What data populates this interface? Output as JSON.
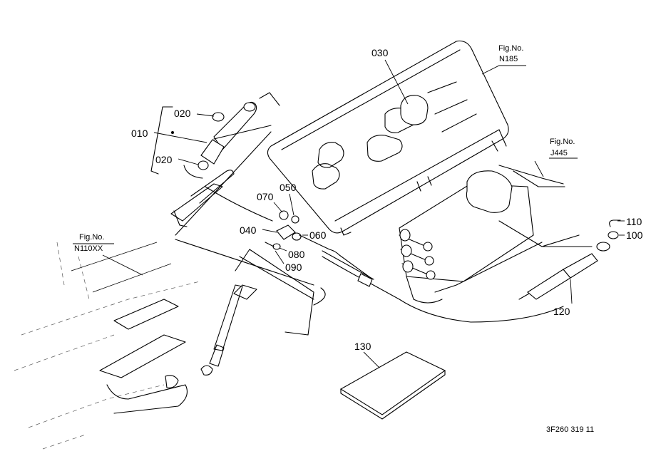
{
  "callouts": {
    "c010": "010",
    "c020a": "020",
    "c020b": "020",
    "c030": "030",
    "c040": "040",
    "c050": "050",
    "c060": "060",
    "c070": "070",
    "c080": "080",
    "c090": "090",
    "c100": "100",
    "c110": "110",
    "c120": "120",
    "c130": "130"
  },
  "figure_refs": {
    "n185": {
      "label": "Fig.No.",
      "number": "N185"
    },
    "j445": {
      "label": "Fig.No.",
      "number": "J445"
    },
    "n110xx": {
      "label": "Fig.No.",
      "number": "N110XX"
    }
  },
  "drawing_code": "3F260 319 11"
}
